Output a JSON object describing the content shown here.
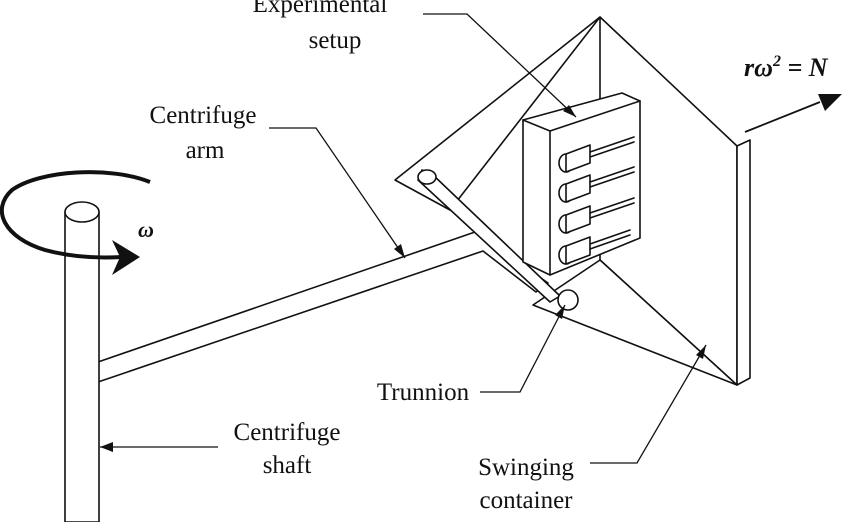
{
  "labels": {
    "experimental_setup_line1": "Experimental",
    "experimental_setup_line2": "setup",
    "centrifuge_arm_line1": "Centrifuge",
    "centrifuge_arm_line2": "arm",
    "trunnion": "Trunnion",
    "centrifuge_shaft_line1": "Centrifuge",
    "centrifuge_shaft_line2": "shaft",
    "swinging_container_line1": "Swinging",
    "swinging_container_line2": "container",
    "omega_symbol": "ω",
    "equation": {
      "r": "r",
      "omega": "ω",
      "exponent": "2",
      "equals": " = ",
      "N": "N"
    }
  },
  "colors": {
    "ink": "#111111",
    "background": "#ffffff"
  }
}
